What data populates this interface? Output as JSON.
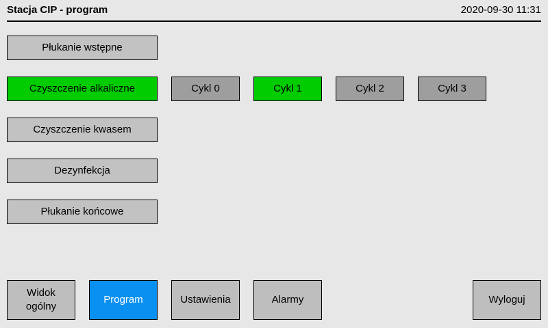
{
  "header": {
    "title": "Stacja CIP - program",
    "datetime": "2020-09-30 11:31"
  },
  "colors": {
    "background": "#e7e7e7",
    "button_gray": "#c2c2c2",
    "cycle_gray": "#9e9e9e",
    "nav_gray": "#bebebe",
    "active_green": "#00cc00",
    "active_blue": "#0a90f0",
    "border": "#000000"
  },
  "program_steps": [
    {
      "label": "Płukanie wstępne",
      "active": false
    },
    {
      "label": "Czyszczenie alkaliczne",
      "active": true
    },
    {
      "label": "Czyszczenie kwasem",
      "active": false
    },
    {
      "label": "Dezynfekcja",
      "active": false
    },
    {
      "label": "Płukanie końcowe",
      "active": false
    }
  ],
  "cycles": [
    {
      "label": "Cykl 0",
      "active": false
    },
    {
      "label": "Cykl 1",
      "active": true
    },
    {
      "label": "Cykl 2",
      "active": false
    },
    {
      "label": "Cykl 3",
      "active": false
    }
  ],
  "nav": [
    {
      "label": "Widok ogólny",
      "active": false
    },
    {
      "label": "Program",
      "active": true
    },
    {
      "label": "Ustawienia",
      "active": false
    },
    {
      "label": "Alarmy",
      "active": false
    },
    {
      "label": "Wyloguj",
      "active": false
    }
  ]
}
